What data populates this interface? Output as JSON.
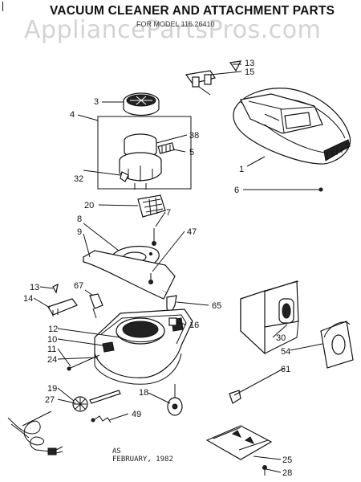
{
  "title": "VACUUM CLEANER AND ATTACHMENT PARTS",
  "subtitle": "FOR MODEL 116.26410",
  "watermark": "AppliancePartsPros.com",
  "footer": {
    "line1": "AS",
    "line2": "FEBRUARY, 1982"
  },
  "callouts": [
    "13",
    "15",
    "3",
    "4",
    "38",
    "5",
    "32",
    "1",
    "6",
    "20",
    "7",
    "8",
    "47",
    "9",
    "13",
    "14",
    "67",
    "65",
    "12",
    "16",
    "10",
    "11",
    "30",
    "24",
    "54",
    "19",
    "18",
    "61",
    "27",
    "49",
    "25",
    "28"
  ]
}
